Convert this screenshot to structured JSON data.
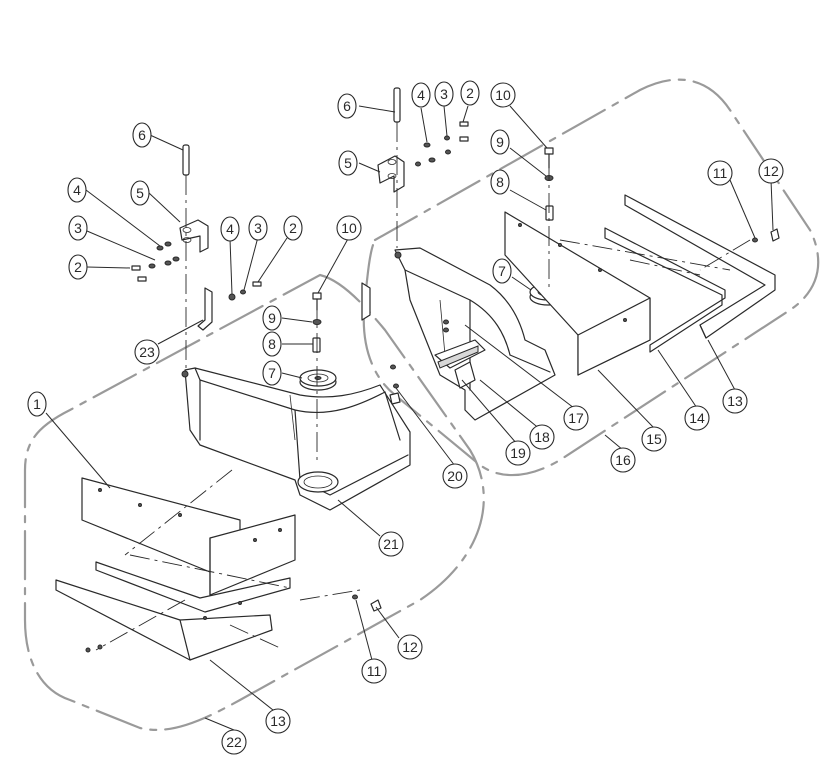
{
  "callouts": {
    "c1": "1",
    "c2a": "2",
    "c2b": "2",
    "c2c": "2",
    "c3a": "3",
    "c3b": "3",
    "c3c": "3",
    "c4a": "4",
    "c4b": "4",
    "c4c": "4",
    "c5a": "5",
    "c5b": "5",
    "c6a": "6",
    "c6b": "6",
    "c7a": "7",
    "c7b": "7",
    "c8a": "8",
    "c8b": "8",
    "c9a": "9",
    "c9b": "9",
    "c10a": "10",
    "c10b": "10",
    "c11a": "11",
    "c11b": "11",
    "c12a": "12",
    "c12b": "12",
    "c13a": "13",
    "c13b": "13",
    "c14": "14",
    "c15": "15",
    "c16": "16",
    "c17": "17",
    "c18": "18",
    "c19": "19",
    "c20": "20",
    "c21": "21",
    "c22": "22",
    "c23": "23"
  }
}
